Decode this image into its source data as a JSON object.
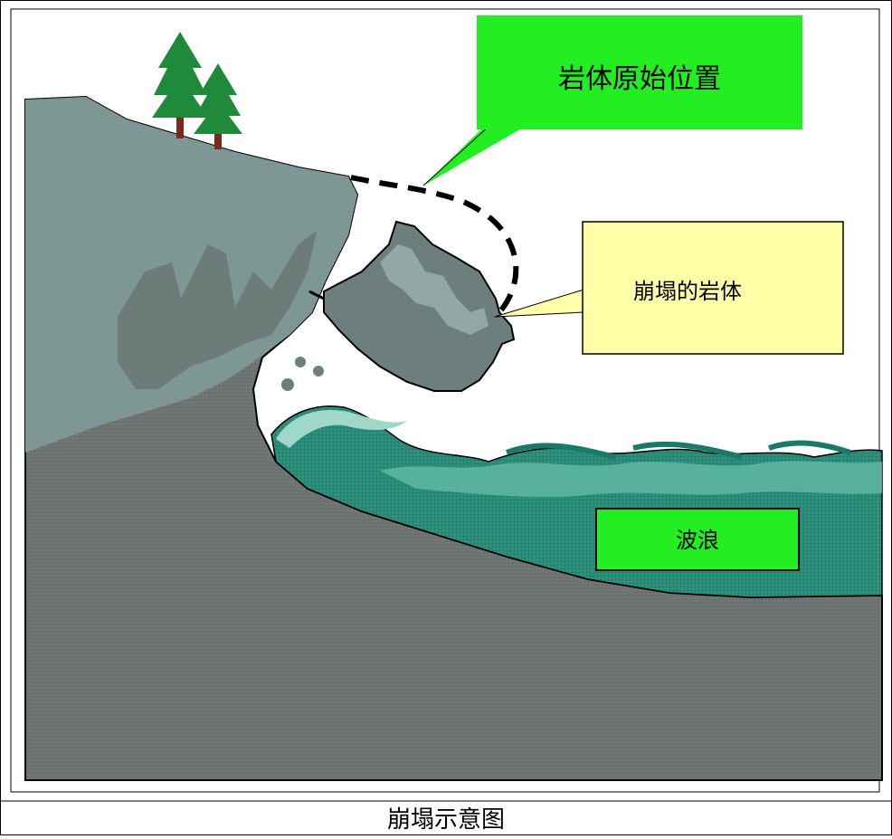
{
  "labels": {
    "original_position": "岩体原始位置",
    "collapsed_rock": "崩塌的岩体",
    "wave": "波浪"
  },
  "caption": "崩塌示意图",
  "colors": {
    "green_callout": "#22ee22",
    "yellow_callout": "#ffffa8",
    "wave_box": "#22ee22",
    "cliff_light": "#7f9a97",
    "cliff_dark": "#6a7674",
    "rock_fill": "#6c7f7d",
    "rock_highlight": "#92a8a5",
    "water_dark": "#1a7a6a",
    "water_mid": "#3aa08c",
    "water_light": "#9fd8c8",
    "tree_green": "#1f8a3a",
    "trunk": "#7a2a1a"
  },
  "icons": [
    "pine-tree-icon",
    "pine-tree-icon"
  ]
}
